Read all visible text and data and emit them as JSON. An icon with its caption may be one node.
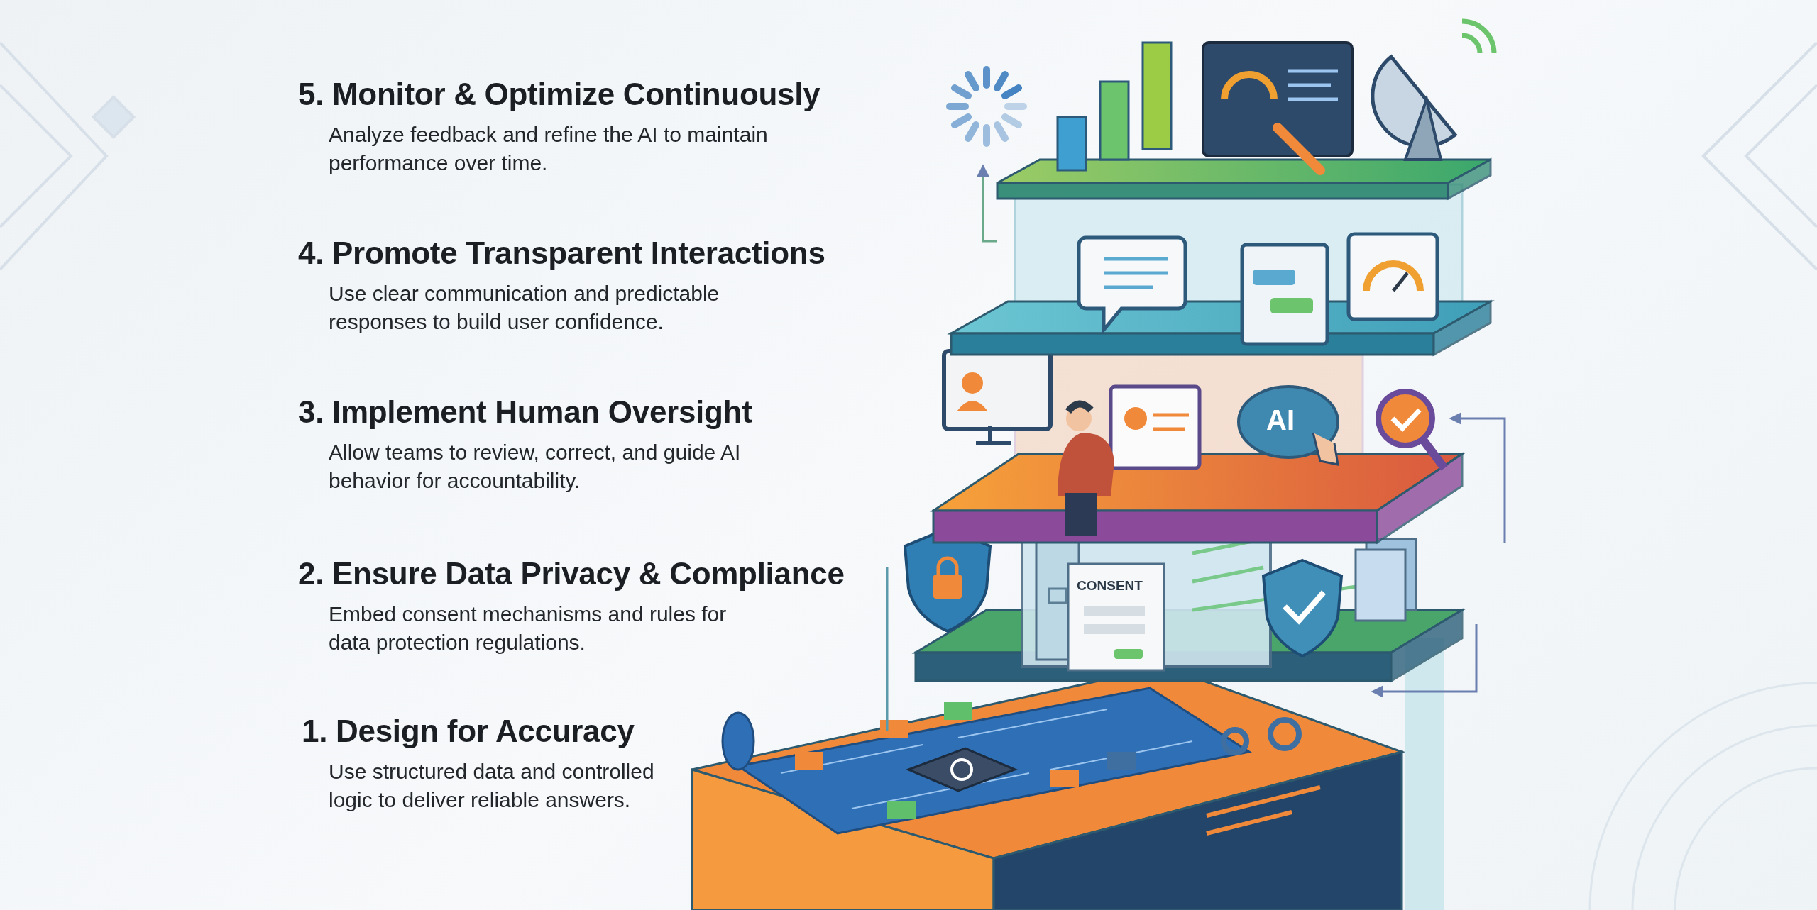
{
  "diagram": {
    "labels": [
      "5. Monitor & Optimize Continuously",
      "Analyze feedback and refine the AI to maintain performance over time.",
      "4. Promote Transparent Interactions",
      "Use clear communication and predictable responses to build user confidence.",
      "3. Implement Human Oversight",
      "Allow teams to review, correct, and guide AI behavior for accountability.",
      "2. Ensure Data Privacy & Compliance",
      "Embed consent mechanisms and rules for data protection regulations.",
      "1. Design for Accuracy",
      "Use structured data and controlled logic to deliver reliable answers.",
      "AI",
      "CONSENT"
    ]
  }
}
